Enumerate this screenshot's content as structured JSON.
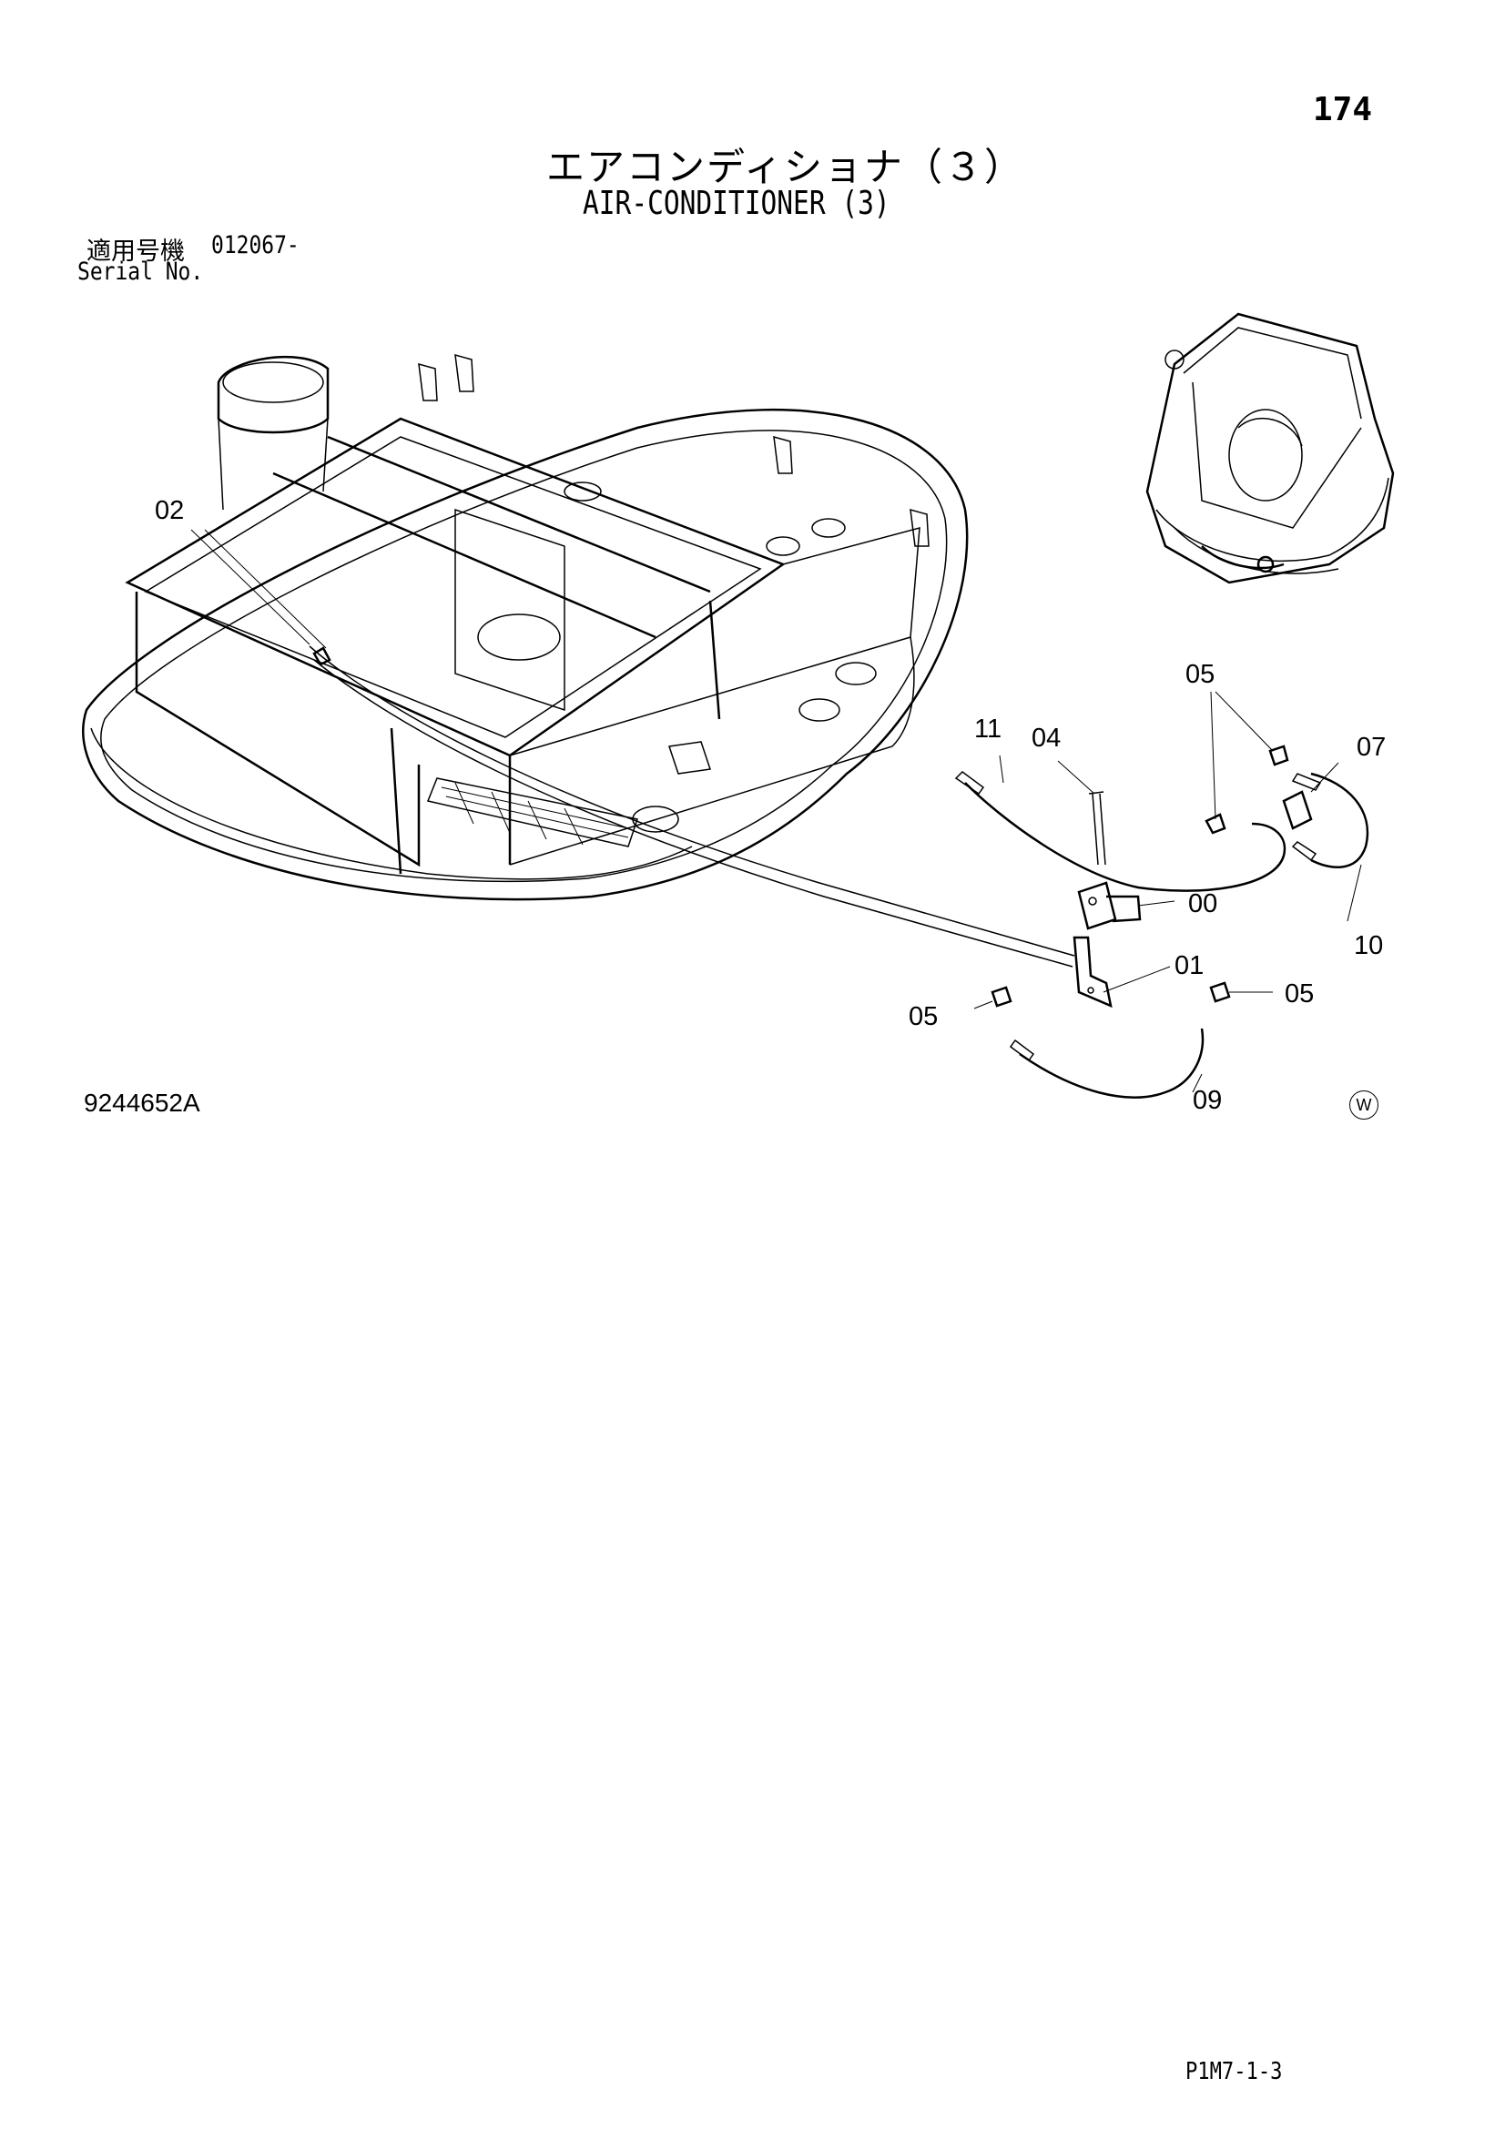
{
  "page_number": "174",
  "title_jp": "エアコンディショナ（３）",
  "title_en": "AIR-CONDITIONER (3)",
  "serial": {
    "label_jp": "適用号機",
    "value": "012067-",
    "label_en": "Serial No."
  },
  "callouts": {
    "c02": "02",
    "c11": "11",
    "c04": "04",
    "c05_top": "05",
    "c07": "07",
    "c00": "00",
    "c01": "01",
    "c05_left": "05",
    "c05_right": "05",
    "c10": "10",
    "c09": "09"
  },
  "drawing_number": "9244652A",
  "w_mark": "W",
  "footer_code": "P1M7-1-3"
}
